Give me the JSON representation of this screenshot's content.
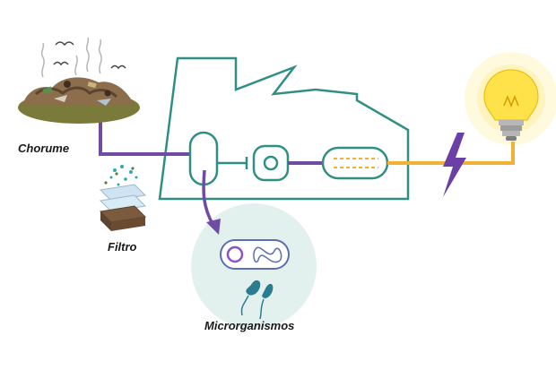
{
  "labels": {
    "leachate": "Chorume",
    "filter": "Filtro",
    "microorganisms": "Microrganismos"
  },
  "colors": {
    "factory_outline": "#2f8f85",
    "pipe_purple": "#6f4ba3",
    "pipe_orange": "#f2b134",
    "lightning": "#6a3fa6",
    "bulb_glow": "#fff4c2",
    "bulb_yellow": "#ffe14a",
    "micro_circle": "#e3f1ee",
    "bacteria": "#2a7d8f"
  },
  "icons": {
    "waste_pile": "garbage-pile-icon",
    "birds": "bird-icon",
    "filter": "filter-layers-icon",
    "factory": "factory-icon",
    "lightning": "lightning-bolt-icon",
    "bulb": "light-bulb-icon",
    "bacteria": "bacteria-icon",
    "cell": "cell-icon"
  }
}
